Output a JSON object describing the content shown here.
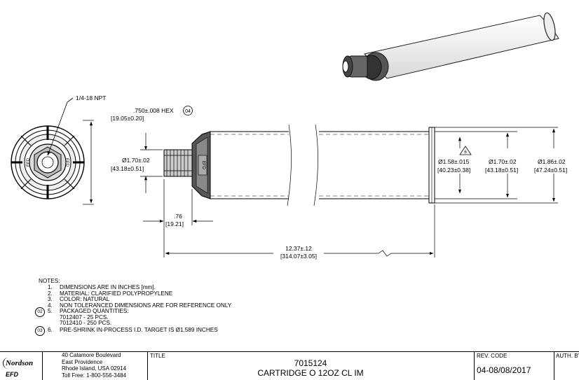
{
  "drawing": {
    "thread_label": "1/4-18 NPT",
    "hex_label": ".750±.008   HEX",
    "hex_mm": "[19.05±0.20]",
    "hex_note_ref": "04",
    "dia_left": "Ø1.70±.02",
    "dia_left_mm": "[43.18±0.51]",
    "flange_length": ".76",
    "flange_length_mm": "[19.21]",
    "overall_length": "12.37±.12",
    "overall_length_mm": "[314.07±3.05]",
    "dia_id": "Ø1.58±.015",
    "dia_id_mm": "[40.23±0.38]",
    "dia_id_note_ref": "6",
    "dia_body": "Ø1.70±.02",
    "dia_body_mm": "[43.18±0.51]",
    "dia_rim": "Ø1.86±.02",
    "dia_rim_mm": "[47.24±0.51]",
    "end_view_text_a": "EFD",
    "end_view_text_b": "EFD",
    "body_logo_text": "EFD"
  },
  "notes": {
    "header": "NOTES:",
    "items": [
      {
        "num": "1.",
        "text": "DIMENSIONS ARE IN INCHES [mm].",
        "badge": ""
      },
      {
        "num": "2.",
        "text": "MATERIAL: CLARIFIED POLYPROPYLENE",
        "badge": ""
      },
      {
        "num": "3.",
        "text": "COLOR: NATURAL",
        "badge": ""
      },
      {
        "num": "4.",
        "text": "NON TOLERANCED DIMENSIONS ARE FOR REFERENCE ONLY",
        "badge": ""
      },
      {
        "num": "5.",
        "text": "PACKAGED QUANTITIES:",
        "badge": "02"
      },
      {
        "num": "",
        "text": "7012407 - 25 PCS.",
        "badge": ""
      },
      {
        "num": "",
        "text": "7012410 - 250 PCS.",
        "badge": ""
      },
      {
        "num": "6.",
        "text": "PRE-SHRINK IN-PROCESS I.D. TARGET IS  Ø1.589 INCHES",
        "badge": "03"
      }
    ]
  },
  "title_block": {
    "logo_top": "Nordson",
    "logo_bottom": "EFD",
    "address": [
      "40 Catamore Boulevard",
      "East Providence",
      "Rhode Island, USA 02914",
      "Toll Free: 1-800-556-3484"
    ],
    "title_label": "TITLE",
    "part_number": "7015124",
    "part_name": "CARTRIDGE O 12OZ CL IM",
    "rev_label": "REV. CODE",
    "rev_value": "04-08/08/2017",
    "auth_label": "AUTH. BY:"
  }
}
